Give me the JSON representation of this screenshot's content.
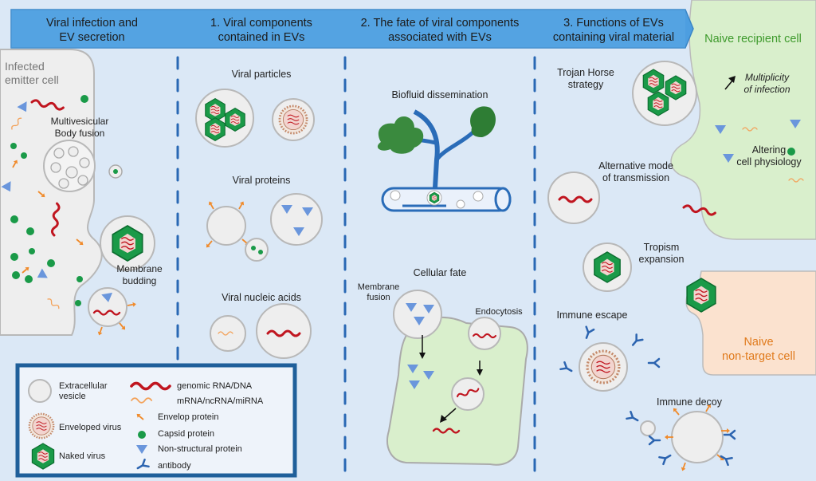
{
  "header": {
    "col1": "Viral infection and\nEV secretion",
    "col2": "1.   Viral components\ncontained in EVs",
    "col3": "2. The fate of viral components\nassociated with EVs",
    "col4": "3. Functions of EVs\ncontaining viral material"
  },
  "panel1": {
    "emitter_cell": "Infected\nemitter cell",
    "mvb": "Multivesicular\nBody fusion",
    "budding": "Membrane\nbudding"
  },
  "panel2": {
    "particles": "Viral particles",
    "proteins": "Viral proteins",
    "nucleic": "Viral nucleic acids"
  },
  "panel3": {
    "biofluid": "Biofluid dissemination",
    "cellular": "Cellular fate",
    "fusion": "Membrane\nfusion",
    "endocytosis": "Endocytosis"
  },
  "panel4": {
    "recipient": "Naive recipient cell",
    "trojan": "Trojan Horse\nstrategy",
    "multiplicity": "Multiplicity\nof infection",
    "altering": "Altering\ncell physiology",
    "alternative": "Alternative mode\nof transmission",
    "tropism": "Tropism\nexpansion",
    "immune_escape": "Immune escape",
    "nontarget": "Naive\nnon-target cell",
    "immune_decoy": "Immune decoy"
  },
  "legend": {
    "ev": "Extracellular\nvesicle",
    "enveloped": "Enveloped virus",
    "naked": "Naked virus",
    "genomic": "genomic RNA/DNA",
    "mrna": "mRNA/ncRNA/miRNA",
    "envelop_protein": "Envelop protein",
    "capsid": "Capsid protein",
    "nonstructural": "Non-structural protein",
    "antibody": "antibody"
  },
  "colors": {
    "background": "#dbe8f6",
    "header": "#4d9ee0",
    "recipient_cell": "#d9efcc",
    "recipient_text": "#3e9a2c",
    "nontarget_cell": "#fbe2cf",
    "nontarget_text": "#e07a1c",
    "ev_fill": "#eeeeee",
    "genomic": "#c0151f",
    "capsid": "#1a9a48",
    "triangle": "#6a96dc",
    "envelop": "#f08a2a",
    "antibody": "#2c64b0",
    "legend_border": "#1f5f9a"
  }
}
